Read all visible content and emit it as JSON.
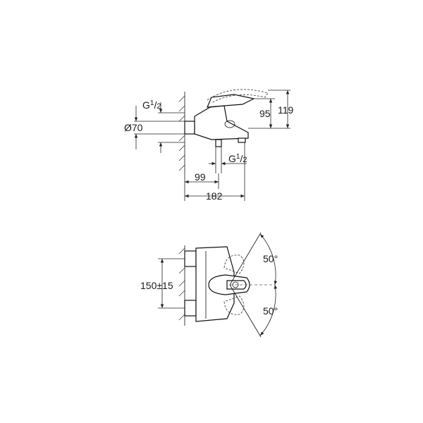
{
  "side_view": {
    "labels": {
      "inlet_thread": {
        "base": "G",
        "num": "1",
        "den": "2"
      },
      "diameter": "Ø70",
      "height_spout": "95",
      "height_total": "119",
      "outlet_thread": {
        "base": "G",
        "num": "1",
        "den": "2"
      },
      "depth_outlet": "99",
      "depth_total": "182"
    }
  },
  "top_view": {
    "labels": {
      "center_distance": "150±15",
      "angle_up": "50°",
      "angle_down": "50°"
    }
  }
}
